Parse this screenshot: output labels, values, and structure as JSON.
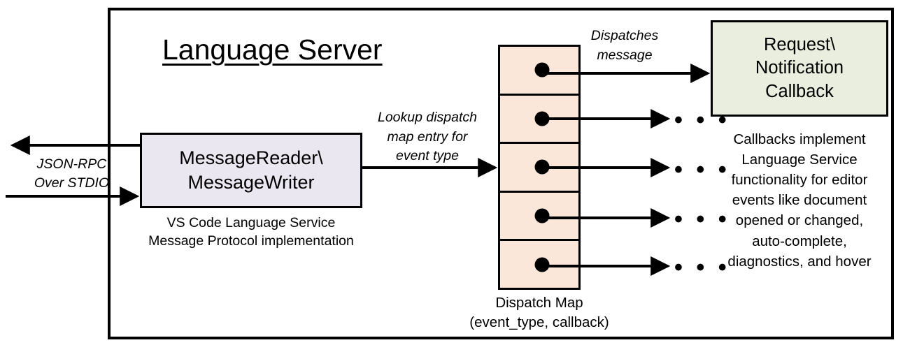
{
  "diagram": {
    "title": "Language Server",
    "outer_border_color": "#000000",
    "background": "#ffffff"
  },
  "message_rw": {
    "line1": "MessageReader\\",
    "line2": "MessageWriter",
    "fill_color": "#EAE7F1",
    "caption_line1": "VS Code Language Service",
    "caption_line2": "Message Protocol implementation"
  },
  "transport": {
    "label_line1": "JSON-RPC",
    "label_line2": "Over STDIO"
  },
  "lookup": {
    "line1": "Lookup dispatch",
    "line2": "map entry for",
    "line3": "event type"
  },
  "dispatches": {
    "line1": "Dispatches",
    "line2": "message"
  },
  "dispatch_map": {
    "fill_color": "#FAE7DA",
    "rows": [
      {
        "dot": "entry-dot"
      },
      {
        "dot": "entry-dot"
      },
      {
        "dot": "entry-dot"
      },
      {
        "dot": "entry-dot"
      },
      {
        "dot": "entry-dot"
      }
    ],
    "caption_line1": "Dispatch Map",
    "caption_line2": "(event_type, callback)",
    "ellipsis": "• • •"
  },
  "callback": {
    "line1": "Request\\",
    "line2": "Notification",
    "line3": "Callback",
    "fill_color": "#E9EEDE",
    "caption_line1": "Callbacks implement",
    "caption_line2": "Language Service",
    "caption_line3": "functionality for editor",
    "caption_line4": "events like document",
    "caption_line5": "opened or changed,",
    "caption_line6": "auto-complete,",
    "caption_line7": "diagnostics, and hover"
  }
}
